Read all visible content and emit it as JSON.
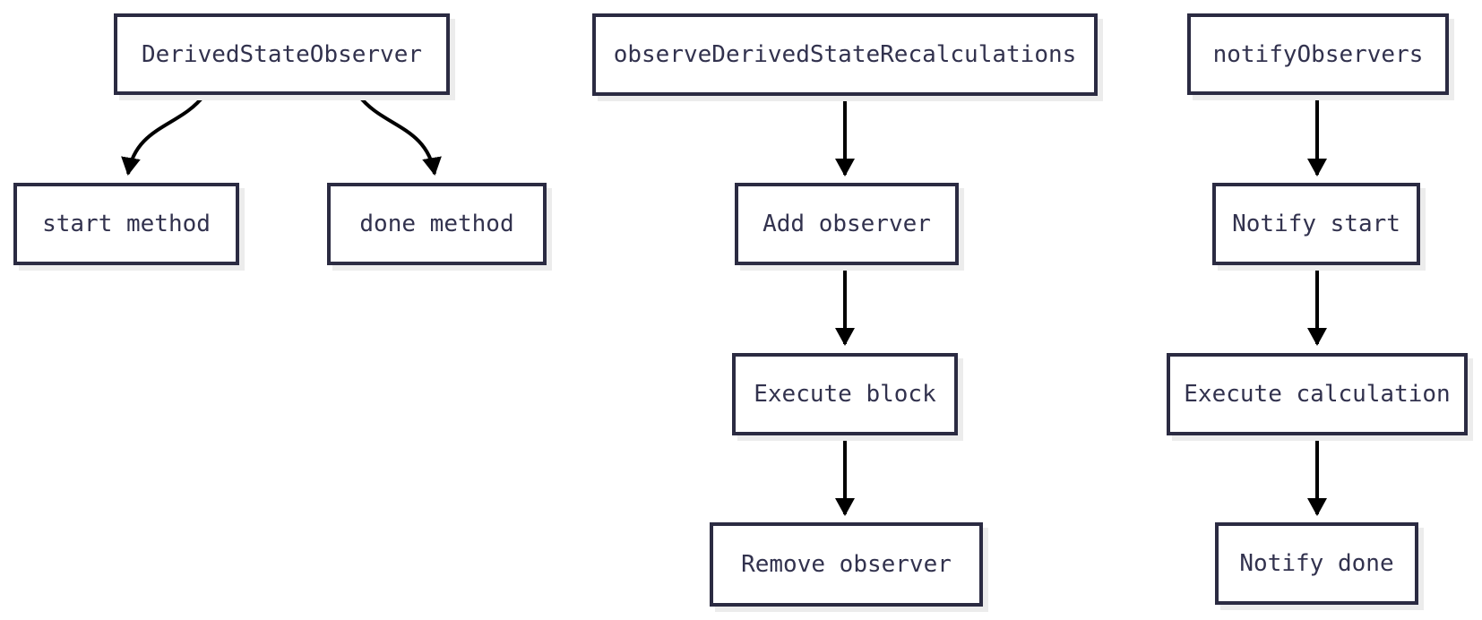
{
  "colors": {
    "canvas-bg": "#ffffff",
    "node-fill": "#ffffff",
    "node-border": "#2b2b42",
    "node-text": "#32324e",
    "node-shadow": "#ececec",
    "arrow": "#000000"
  },
  "diagram": {
    "type": "flowchart",
    "direction": "top-down",
    "nodes": {
      "derived_state_observer": "DerivedStateObserver",
      "start_method": "start method",
      "done_method": "done method",
      "observe_derived_state_recalculations": "observeDerivedStateRecalculations",
      "add_observer": "Add observer",
      "execute_block": "Execute block",
      "remove_observer": "Remove observer",
      "notify_observers": "notifyObservers",
      "notify_start": "Notify start",
      "execute_calculation": "Execute calculation",
      "notify_done": "Notify done"
    },
    "edges": [
      {
        "from": "DerivedStateObserver",
        "to": "start method"
      },
      {
        "from": "DerivedStateObserver",
        "to": "done method"
      },
      {
        "from": "observeDerivedStateRecalculations",
        "to": "Add observer"
      },
      {
        "from": "Add observer",
        "to": "Execute block"
      },
      {
        "from": "Execute block",
        "to": "Remove observer"
      },
      {
        "from": "notifyObservers",
        "to": "Notify start"
      },
      {
        "from": "Notify start",
        "to": "Execute calculation"
      },
      {
        "from": "Execute calculation",
        "to": "Notify done"
      }
    ]
  }
}
